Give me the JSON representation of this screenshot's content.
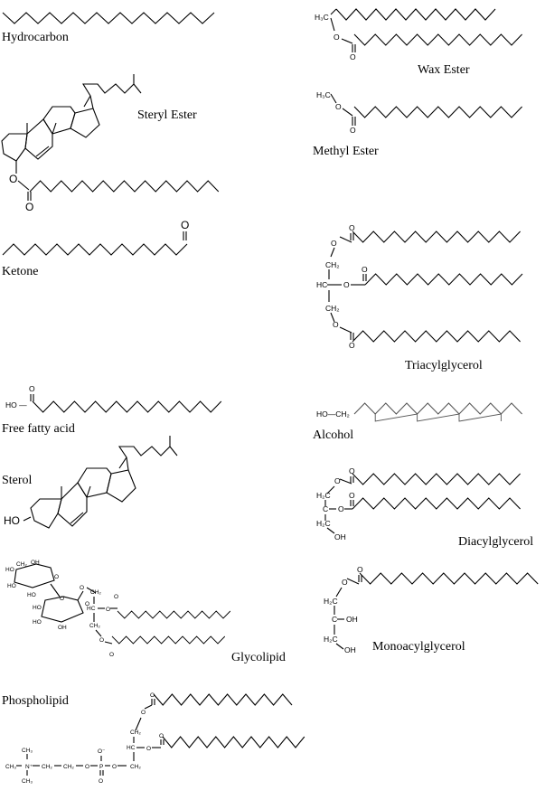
{
  "labels": {
    "hydrocarbon": "Hydrocarbon",
    "wax_ester": "Wax Ester",
    "steryl_ester": "Steryl Ester",
    "methyl_ester": "Methyl Ester",
    "ketone": "Ketone",
    "triacylglycerol": "Triacylglycerol",
    "free_fatty_acid": "Free fatty acid",
    "alcohol": "Alcohol",
    "sterol": "Sterol",
    "diacylglycerol": "Diacylglycerol",
    "monoacylglycerol": "Monoacylglycerol",
    "glycolipid": "Glycolipid",
    "phospholipid": "Phospholipid"
  },
  "atoms": {
    "O": "O",
    "HO": "HO",
    "OH": "OH",
    "H3C": "H₃C",
    "CH2": "CH₂",
    "H2C": "H₂C",
    "HC": "HC",
    "C": "C",
    "CH3": "CH₃",
    "N_plus": "N⁺",
    "O_minus": "O⁻",
    "P": "P",
    "HO_dash": "HO —",
    "HO_CH2": "HO—CH₂"
  }
}
